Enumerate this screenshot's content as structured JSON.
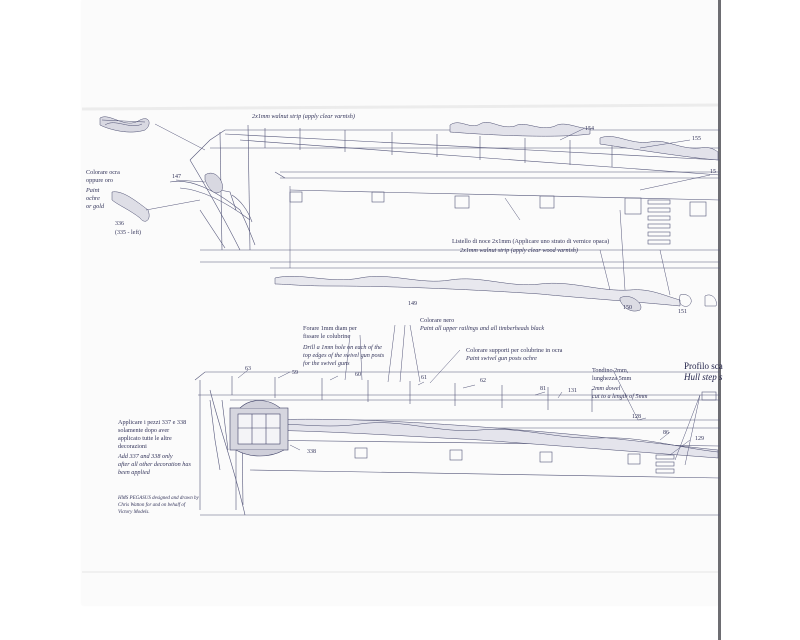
{
  "top": {
    "walnut_strip_label": "2x1mm walnut strip (apply clear varnish)",
    "paint_ochre_it": "Colorare ocra",
    "paint_ochre_it2": "oppure oro",
    "paint_ochre_en1": "Paint",
    "paint_ochre_en2": "ochre",
    "paint_ochre_en3": "or gold",
    "part_336": "336",
    "part_335": "(335 - left)",
    "listello_it": "Listello di noce 2x1mm (Applicare uno strato di vernice opaca)",
    "listello_en": "2x1mm walnut strip (apply clear wood varnish)",
    "numbers": {
      "n147": "147",
      "n154": "154",
      "n155": "155",
      "n15": "15",
      "n149": "149",
      "n150": "150",
      "n151": "151"
    }
  },
  "bottom": {
    "drill_it1": "Forare 1mm diam per",
    "drill_it2": "fissare le colubrine",
    "drill_en1": "Drill a 1mm hole on each of the",
    "drill_en2": "top edges of the swivel gun posts",
    "drill_en3": "for the swivel guns",
    "black_it": "Colorare nero",
    "black_en": "Paint all upper railings and all timberheads black",
    "ochre_it": "Colorare supporti per colubrine in ocra",
    "ochre_en": "Paint swivel gun posts ochre",
    "dowel_it1": "Tondino 2mm,",
    "dowel_it2": "lunghezza 5mm",
    "dowel_en1": "2mm dowel",
    "dowel_en2": "cut to a length of 5mm",
    "profile_it": "Profilo sca",
    "profile_en": "Hull step s",
    "apply_it1": "Applicare i pezzi 337 e 338",
    "apply_it2": "solamente dopo aver",
    "apply_it3": "applicato tutte le altre",
    "apply_it4": "decorazioni",
    "apply_en1": "Add 337 and 338 only",
    "apply_en2": "after all other decoration has",
    "apply_en3": "been applied",
    "credit1": "HMS PEGASUS designed and drawn by",
    "credit2": "Chris Watton for and on behalf of",
    "credit3": "Victory Models.",
    "numbers": {
      "n63": "63",
      "n59": "59",
      "n60": "60",
      "n61": "61",
      "n62": "62",
      "n81": "81",
      "n131": "131",
      "n128": "128",
      "n86": "86",
      "n129": "129",
      "n338": "338"
    }
  }
}
